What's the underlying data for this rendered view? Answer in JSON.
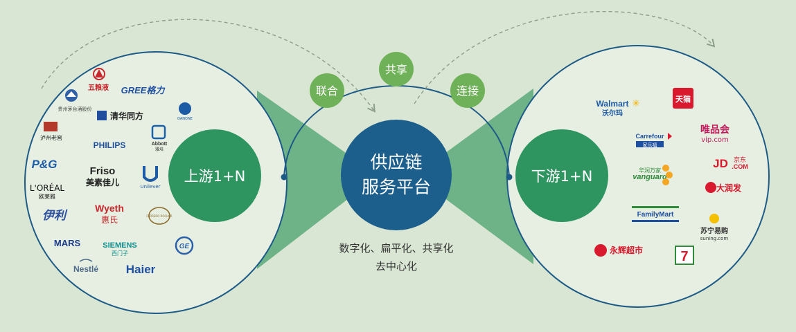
{
  "diagram": {
    "center_line1": "供应链",
    "center_line2": "服务平台",
    "upstream_label": "上游1+N",
    "downstream_label": "下游1+N",
    "bubble_left": "联合",
    "bubble_top": "共享",
    "bubble_right": "连接",
    "caption_line1": "数字化、扁平化、共享化",
    "caption_line2": "去中心化"
  },
  "upstream_logos": {
    "wuliangye": "五粮液",
    "maotai": "贵州茅台酒股份",
    "gree": "GREE格力",
    "tsinghua": "清华同方",
    "danone": "DANONE",
    "luzhou": "泸州老窖",
    "abbott_en": "Abbott",
    "abbott_cn": "雅培",
    "philips": "PHILIPS",
    "pg": "P&G",
    "friso_en": "Friso",
    "friso_cn": "美素佳儿",
    "unilever": "Unilever",
    "loreal_en": "L'ORÉAL",
    "loreal_cn": "欧莱雅",
    "yili": "伊利",
    "wyeth_en": "Wyeth",
    "wyeth_cn": "惠氏",
    "ferrero": "FERRERO ROCHER",
    "mars": "MARS",
    "siemens_en": "SIEMENS",
    "siemens_cn": "西门子",
    "ge": "GE",
    "nestle": "Nestlé",
    "haier": "Haier"
  },
  "downstream_logos": {
    "walmart_en": "Walmart",
    "walmart_cn": "沃尔玛",
    "tmall": "天猫",
    "carrefour_en": "Carrefour",
    "carrefour_cn": "家乐福",
    "vip_cn": "唯品会",
    "vip_en": "vip.com",
    "vanguard_cn": "华润万家",
    "vanguard_en": "vanguard",
    "jd_en": "JD",
    "jd_com": ".COM",
    "jd_cn": "京东",
    "rtmart": "大润发",
    "familymart": "FamilyMart",
    "suning_cn": "苏宁易购",
    "suning_en": "suning.com",
    "yonghui": "永辉超市",
    "seven": "7"
  },
  "colors": {
    "background": "#d9e6d3",
    "center_blue": "#1d5f8c",
    "circle_green": "#2e9460",
    "bubble_green": "#6fb158",
    "funnel": "#5aa97a",
    "ring": "#1d5a86"
  }
}
